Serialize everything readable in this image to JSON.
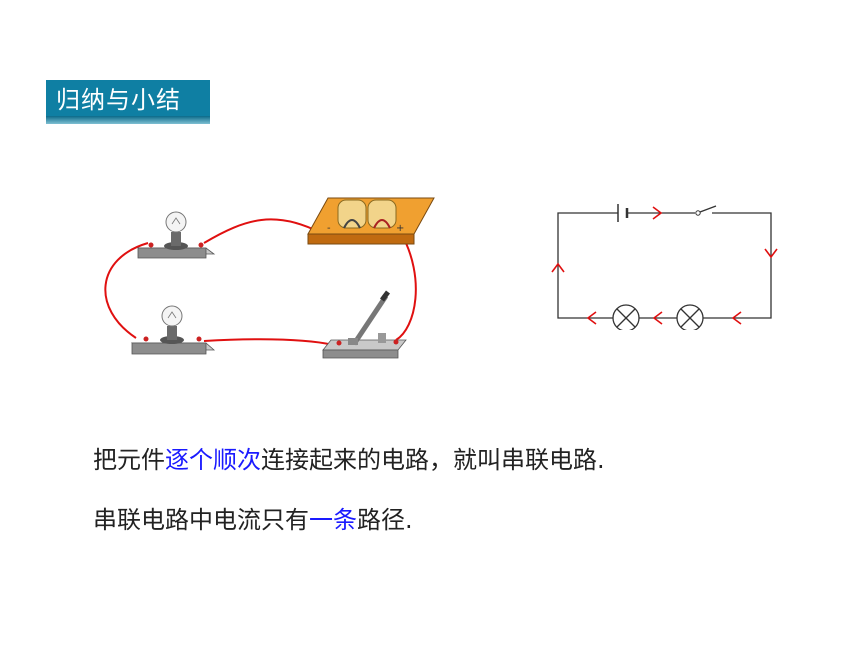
{
  "header": {
    "title": "归纳与小结"
  },
  "body": {
    "line1": {
      "before": "把元件",
      "highlight": "逐个顺次",
      "after": "连接起来的电路，就叫串联电路."
    },
    "line2": {
      "before": "串联电路中电流只有",
      "highlight": "一条",
      "after": "路径."
    }
  },
  "colors": {
    "title_bg": "#0f7fa3",
    "highlight": "#1a1aff",
    "wire": "#e01010",
    "board": "#e08a1e"
  },
  "icons": [
    "bulb-icon",
    "battery-icon",
    "switch-icon",
    "lamp-symbol-icon"
  ]
}
